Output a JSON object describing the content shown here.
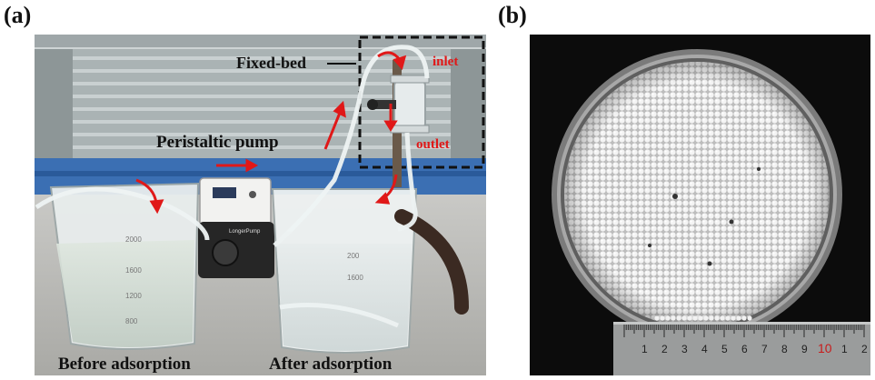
{
  "panels": {
    "a": {
      "label": "(a)",
      "annotations": {
        "fixed_bed": "Fixed-bed",
        "inlet": "inlet",
        "outlet": "outlet",
        "pump": "Peristaltic pump"
      },
      "captions": {
        "before": "Before adsorption",
        "after": "After adsorption"
      },
      "beaker_marks": [
        "2000",
        "1600",
        "1200",
        "800"
      ],
      "beaker2_marks": [
        "200",
        "1600"
      ],
      "pump_brand": "LongerPump"
    },
    "b": {
      "label": "(b)",
      "ruler_numbers": [
        "1",
        "2",
        "3",
        "4",
        "5",
        "6",
        "7",
        "8",
        "9",
        "10",
        "1",
        "2"
      ]
    }
  },
  "colors": {
    "annotation_red": "#e01818",
    "annotation_black": "#111111",
    "photo_b_background": "#0c0c0c"
  }
}
